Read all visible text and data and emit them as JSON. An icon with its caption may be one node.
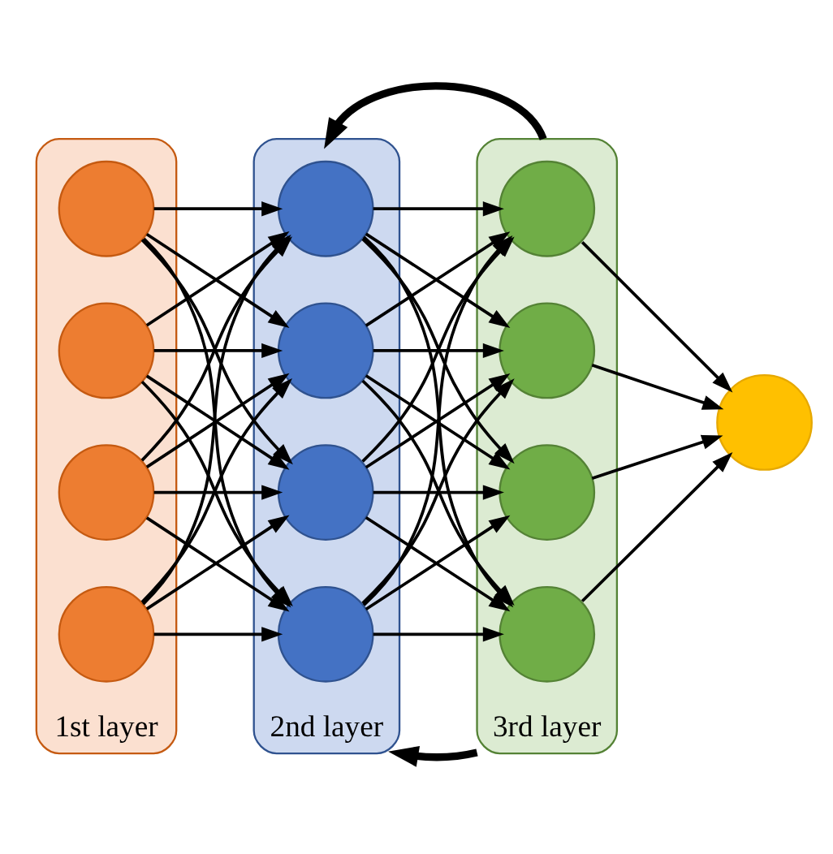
{
  "diagram": {
    "nodes": [
      {
        "text": [
          "1st layer"
        ]
      },
      {
        "text": [],
        "shape": "circle",
        "in": 0
      },
      {
        "text": [],
        "shape": "circle",
        "in": 0
      },
      {
        "text": [],
        "shape": "circle",
        "in": 0
      },
      {
        "text": [],
        "shape": "circle",
        "in": 0
      },
      {
        "text": [
          "2nd layer"
        ]
      },
      {
        "text": [],
        "shape": "circle",
        "in": 5
      },
      {
        "text": [],
        "shape": "circle",
        "in": 5
      },
      {
        "text": [],
        "shape": "circle",
        "in": 5
      },
      {
        "text": [],
        "shape": "circle",
        "in": 5
      },
      {
        "text": [
          "3rd layer"
        ]
      },
      {
        "text": [],
        "shape": "circle",
        "in": 10
      },
      {
        "text": [],
        "shape": "circle",
        "in": 10
      },
      {
        "text": [],
        "shape": "circle",
        "in": 10
      },
      {
        "text": [],
        "shape": "circle",
        "in": 10
      },
      {
        "text": [],
        "shape": "circle"
      }
    ],
    "edges": [
      {
        "from": 1,
        "to": 6,
        "arrow": "to"
      },
      {
        "from": 1,
        "to": 7,
        "arrow": "to"
      },
      {
        "from": 1,
        "to": 8,
        "arrow": "to"
      },
      {
        "from": 1,
        "to": 9,
        "arrow": "to"
      },
      {
        "from": 2,
        "to": 6,
        "arrow": "to"
      },
      {
        "from": 2,
        "to": 7,
        "arrow": "to"
      },
      {
        "from": 2,
        "to": 8,
        "arrow": "to"
      },
      {
        "from": 2,
        "to": 9,
        "arrow": "to"
      },
      {
        "from": 3,
        "to": 6,
        "arrow": "to"
      },
      {
        "from": 3,
        "to": 7,
        "arrow": "to"
      },
      {
        "from": 3,
        "to": 8,
        "arrow": "to"
      },
      {
        "from": 3,
        "to": 9,
        "arrow": "to"
      },
      {
        "from": 4,
        "to": 6,
        "arrow": "to"
      },
      {
        "from": 4,
        "to": 7,
        "arrow": "to"
      },
      {
        "from": 4,
        "to": 8,
        "arrow": "to"
      },
      {
        "from": 4,
        "to": 9,
        "arrow": "to"
      },
      {
        "from": 6,
        "to": 11,
        "arrow": "to"
      },
      {
        "from": 6,
        "to": 12,
        "arrow": "to"
      },
      {
        "from": 6,
        "to": 13,
        "arrow": "to"
      },
      {
        "from": 6,
        "to": 14,
        "arrow": "to"
      },
      {
        "from": 7,
        "to": 11,
        "arrow": "to"
      },
      {
        "from": 7,
        "to": 12,
        "arrow": "to"
      },
      {
        "from": 7,
        "to": 13,
        "arrow": "to"
      },
      {
        "from": 7,
        "to": 14,
        "arrow": "to"
      },
      {
        "from": 8,
        "to": 11,
        "arrow": "to"
      },
      {
        "from": 8,
        "to": 12,
        "arrow": "to"
      },
      {
        "from": 8,
        "to": 13,
        "arrow": "to"
      },
      {
        "from": 8,
        "to": 14,
        "arrow": "to"
      },
      {
        "from": 9,
        "to": 11,
        "arrow": "to"
      },
      {
        "from": 9,
        "to": 12,
        "arrow": "to"
      },
      {
        "from": 9,
        "to": 13,
        "arrow": "to"
      },
      {
        "from": 9,
        "to": 14,
        "arrow": "to"
      },
      {
        "from": 11,
        "to": 15,
        "arrow": "to"
      },
      {
        "from": 12,
        "to": 15,
        "arrow": "to"
      },
      {
        "from": 13,
        "to": 15,
        "arrow": "to"
      },
      {
        "from": 14,
        "to": 15,
        "arrow": "to"
      },
      {
        "from": 10,
        "to": 5,
        "arrow": "to",
        "style": "thick"
      },
      {
        "from": 10,
        "to": 5,
        "arrow": "to",
        "style": "thick"
      }
    ]
  }
}
